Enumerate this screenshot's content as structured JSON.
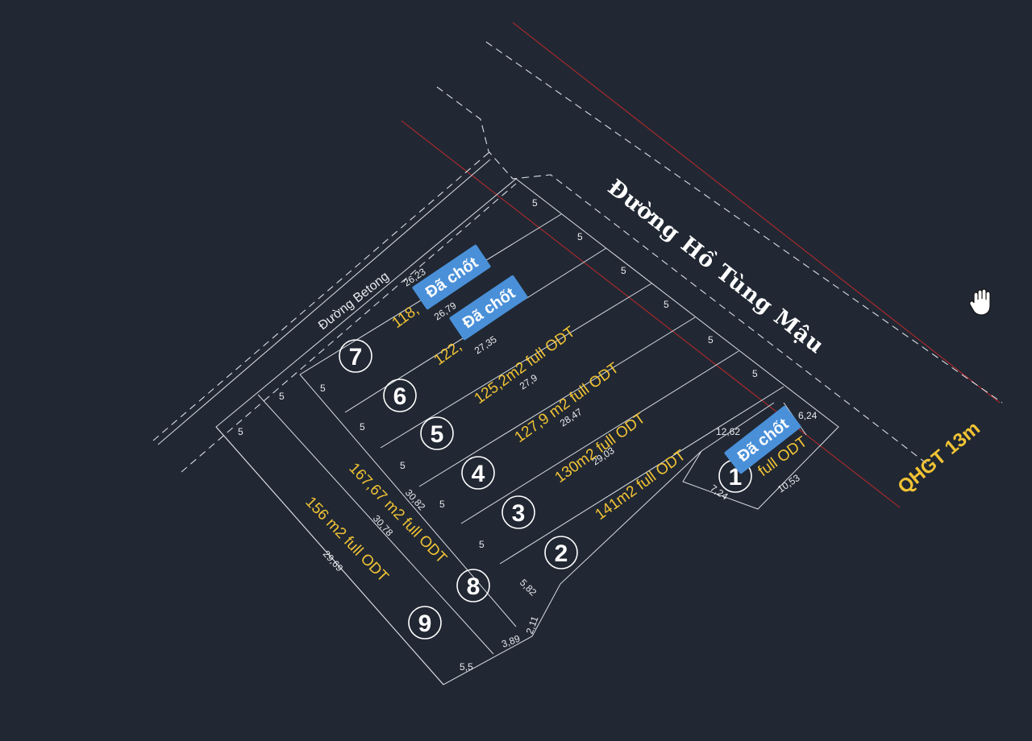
{
  "roads": {
    "main": "Đường Hồ Tùng Mậu",
    "side": "Đường Betong",
    "planned": "QHGT 13m"
  },
  "status_label": "Đã chốt",
  "lots": [
    {
      "number": "1",
      "sold": true
    },
    {
      "number": "2",
      "sold": false
    },
    {
      "number": "3",
      "sold": false
    },
    {
      "number": "4",
      "sold": false
    },
    {
      "number": "5",
      "sold": false
    },
    {
      "number": "6",
      "sold": true
    },
    {
      "number": "7",
      "sold": true
    },
    {
      "number": "8",
      "sold": false
    },
    {
      "number": "9",
      "sold": false
    }
  ],
  "areas": {
    "lot1": "full ODT",
    "lot2": "141m2 full ODT",
    "lot3": "130m2 full ODT",
    "lot4": "127,9 m2 full ODT",
    "lot5": "125,2m2 full ODT",
    "lot6": "122,",
    "lot7": "118,",
    "lot8": "167,67 m2 full ODT",
    "lot9": "156 m2 full ODT"
  },
  "dimensions": {
    "frontage_5": "5",
    "d_26_23": "26,23",
    "d_26_79": "26,79",
    "d_27_35": "27,35",
    "d_27_9": "27,9",
    "d_28_47": "28,47",
    "d_29_03": "29,03",
    "d_30_82": "30,82",
    "d_30_78": "30,78",
    "d_29_69": "29,69",
    "d_12_62": "12,62",
    "d_6_24": "6,24",
    "d_10_53": "10,53",
    "d_7_24": "7,24",
    "d_5_82": "5,82",
    "d_2_11": "2,11",
    "d_3_89": "3,89",
    "d_5_5": "5,5"
  },
  "colors": {
    "background": "#212833",
    "line": "#d9dde3",
    "area_text": "#f2c335",
    "badge": "#4a90d9",
    "boundary": "#c0282c"
  },
  "icons": [
    "hand-cursor-icon"
  ]
}
